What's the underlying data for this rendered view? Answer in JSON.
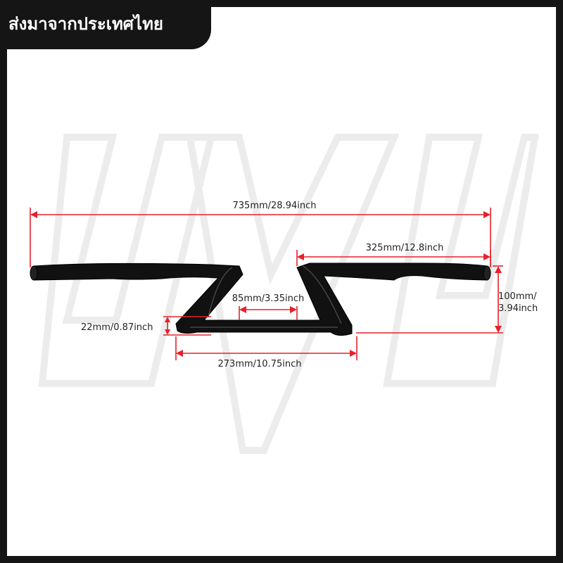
{
  "banner": {
    "text": "ส่งมาจากประเทศไทย"
  },
  "dimensions": {
    "total_width": "735mm/28.94inch",
    "grip_length": "325mm/12.8inch",
    "center_length": "85mm/3.35inch",
    "rise_line1": "100mm/",
    "rise_line2": "3.94inch",
    "tube_diameter": "22mm/0.87inch",
    "base_width": "273mm/10.75inch"
  },
  "colors": {
    "frame": "#151515",
    "dimension_line": "#e8202a",
    "bar": "#111111",
    "watermark": "#ececec"
  }
}
